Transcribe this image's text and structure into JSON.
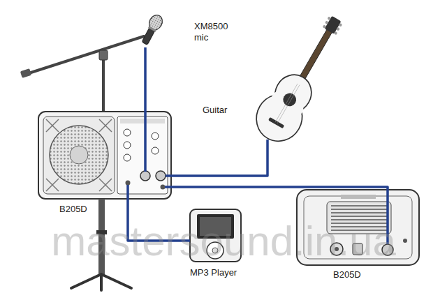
{
  "diagram": {
    "nodes": [
      {
        "text": [
          "XM8500 mic"
        ]
      },
      {
        "text": [
          "Guitar"
        ]
      },
      {
        "text": [
          "B205D"
        ]
      },
      {
        "text": [
          "MP3 Player"
        ]
      },
      {
        "text": [
          "B205D"
        ]
      }
    ],
    "edges": [
      {
        "from": 0,
        "to": 2,
        "arrow": "none"
      },
      {
        "from": 1,
        "to": 2,
        "arrow": "none"
      },
      {
        "from": 2,
        "to": 3,
        "arrow": "none"
      },
      {
        "from": 2,
        "to": 4,
        "arrow": "none"
      }
    ],
    "labels": [
      "mastersound.in.ua"
    ]
  }
}
